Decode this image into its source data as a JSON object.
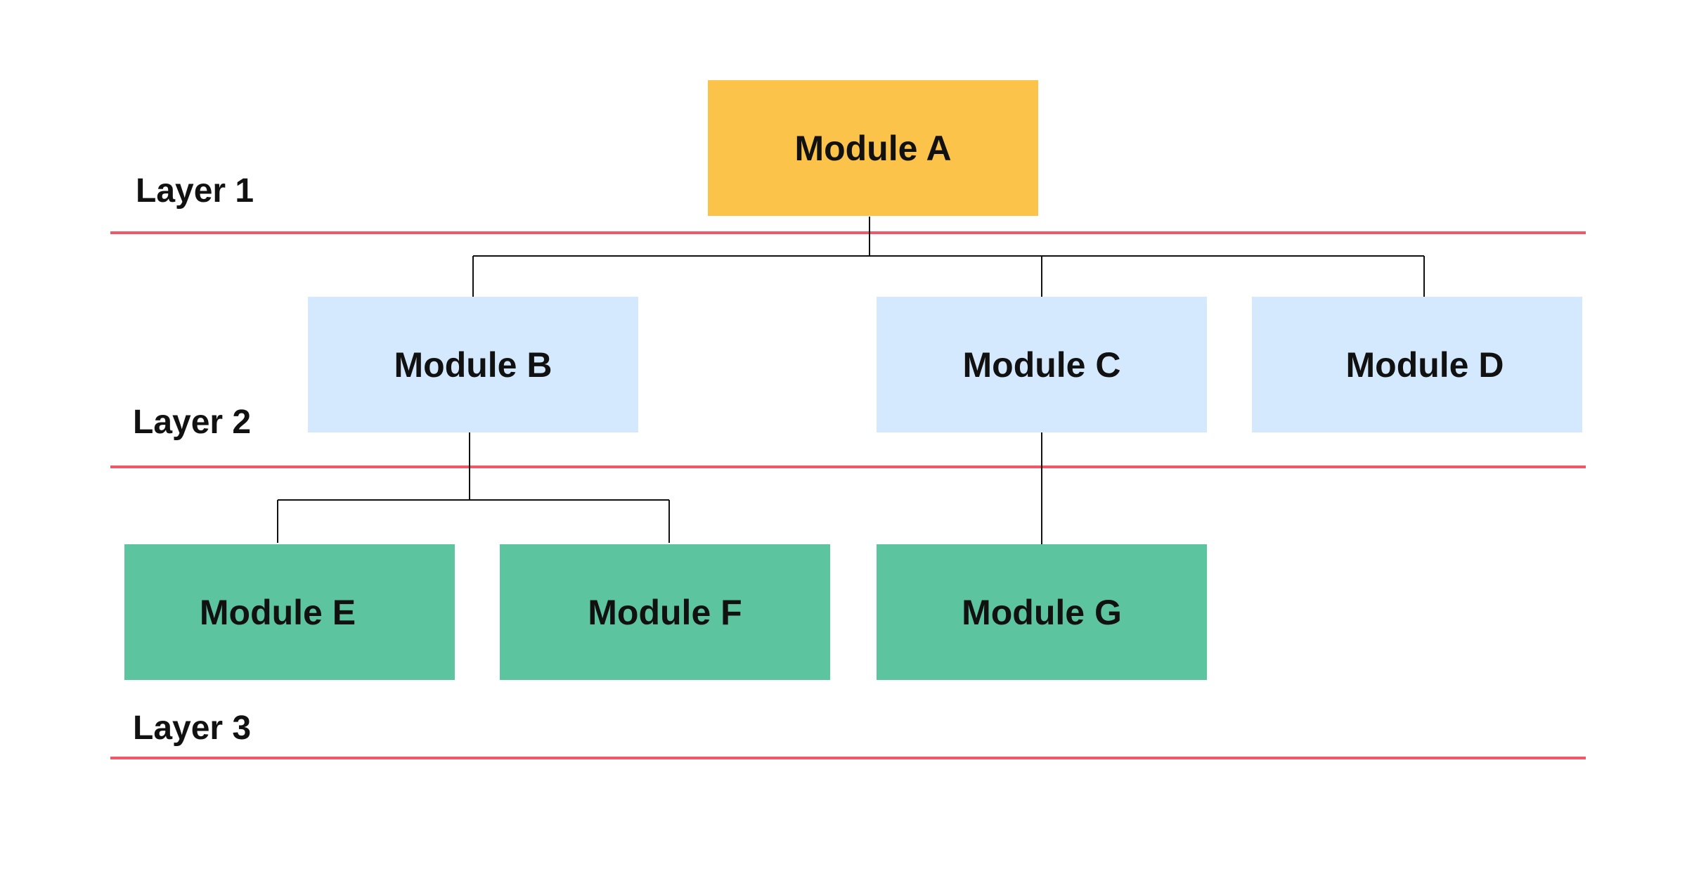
{
  "layers": [
    {
      "label": "Layer 1"
    },
    {
      "label": "Layer 2"
    },
    {
      "label": "Layer 3"
    }
  ],
  "modules": [
    {
      "label": "Module A",
      "layer": 1,
      "color": "#FBC34A"
    },
    {
      "label": "Module B",
      "layer": 2,
      "color": "#D5E9FE"
    },
    {
      "label": "Module C",
      "layer": 2,
      "color": "#D5E9FE"
    },
    {
      "label": "Module D",
      "layer": 2,
      "color": "#D5E9FE"
    },
    {
      "label": "Module E",
      "layer": 3,
      "color": "#5CC5A0"
    },
    {
      "label": "Module F",
      "layer": 3,
      "color": "#5CC5A0"
    },
    {
      "label": "Module G",
      "layer": 3,
      "color": "#5CC5A0"
    }
  ],
  "edges": [
    {
      "from": "Module A",
      "to": "Module B"
    },
    {
      "from": "Module A",
      "to": "Module C"
    },
    {
      "from": "Module A",
      "to": "Module D"
    },
    {
      "from": "Module B",
      "to": "Module E"
    },
    {
      "from": "Module B",
      "to": "Module F"
    },
    {
      "from": "Module C",
      "to": "Module G"
    }
  ],
  "colors": {
    "layer_line": "#F0586A",
    "connector": "#111111",
    "background": "#FFFFFF"
  }
}
